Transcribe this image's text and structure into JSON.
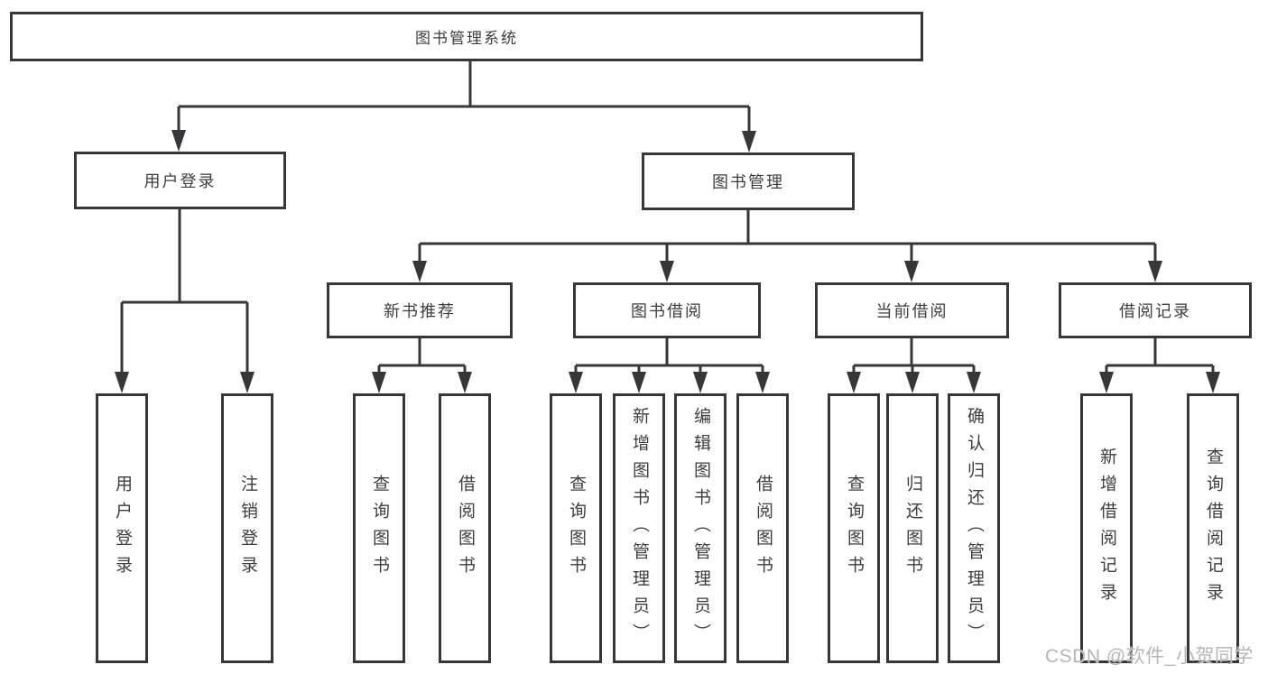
{
  "tree": {
    "root": {
      "label": "图书管理系统"
    },
    "branches": [
      {
        "label": "用户登录",
        "leaves": [
          "用户登录",
          "注销登录"
        ]
      },
      {
        "label": "图书管理",
        "groups": [
          {
            "label": "新书推荐",
            "leaves": [
              "查询图书",
              "借阅图书"
            ]
          },
          {
            "label": "图书借阅",
            "leaves": [
              "查询图书",
              "新增图书（管理员）",
              "编辑图书（管理员）",
              "借阅图书"
            ]
          },
          {
            "label": "当前借阅",
            "leaves": [
              "查询图书",
              "归还图书",
              "确认归还（管理员）"
            ]
          },
          {
            "label": "借阅记录",
            "leaves": [
              "新增借阅记录",
              "查询借阅记录"
            ]
          }
        ]
      }
    ]
  },
  "watermark": {
    "text": "CSDN @软件_小贺同学"
  },
  "colors": {
    "line": "#37373a",
    "box_border": "#37373a",
    "text": "#3d3d40",
    "watermark": "#b6b6b8",
    "background": "#ffffff"
  }
}
